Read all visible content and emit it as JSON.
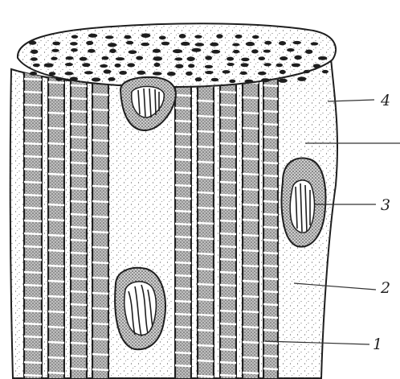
{
  "diagram": {
    "labels": [
      {
        "id": "label-4",
        "text": "4"
      },
      {
        "id": "label-3",
        "text": "3"
      },
      {
        "id": "label-2",
        "text": "2"
      },
      {
        "id": "label-1",
        "text": "1"
      }
    ]
  },
  "colors": {
    "ink": "#1e1e1e",
    "paper": "#ffffff",
    "stipple": "#555555",
    "fiber_fill": "#9a9a9a"
  }
}
